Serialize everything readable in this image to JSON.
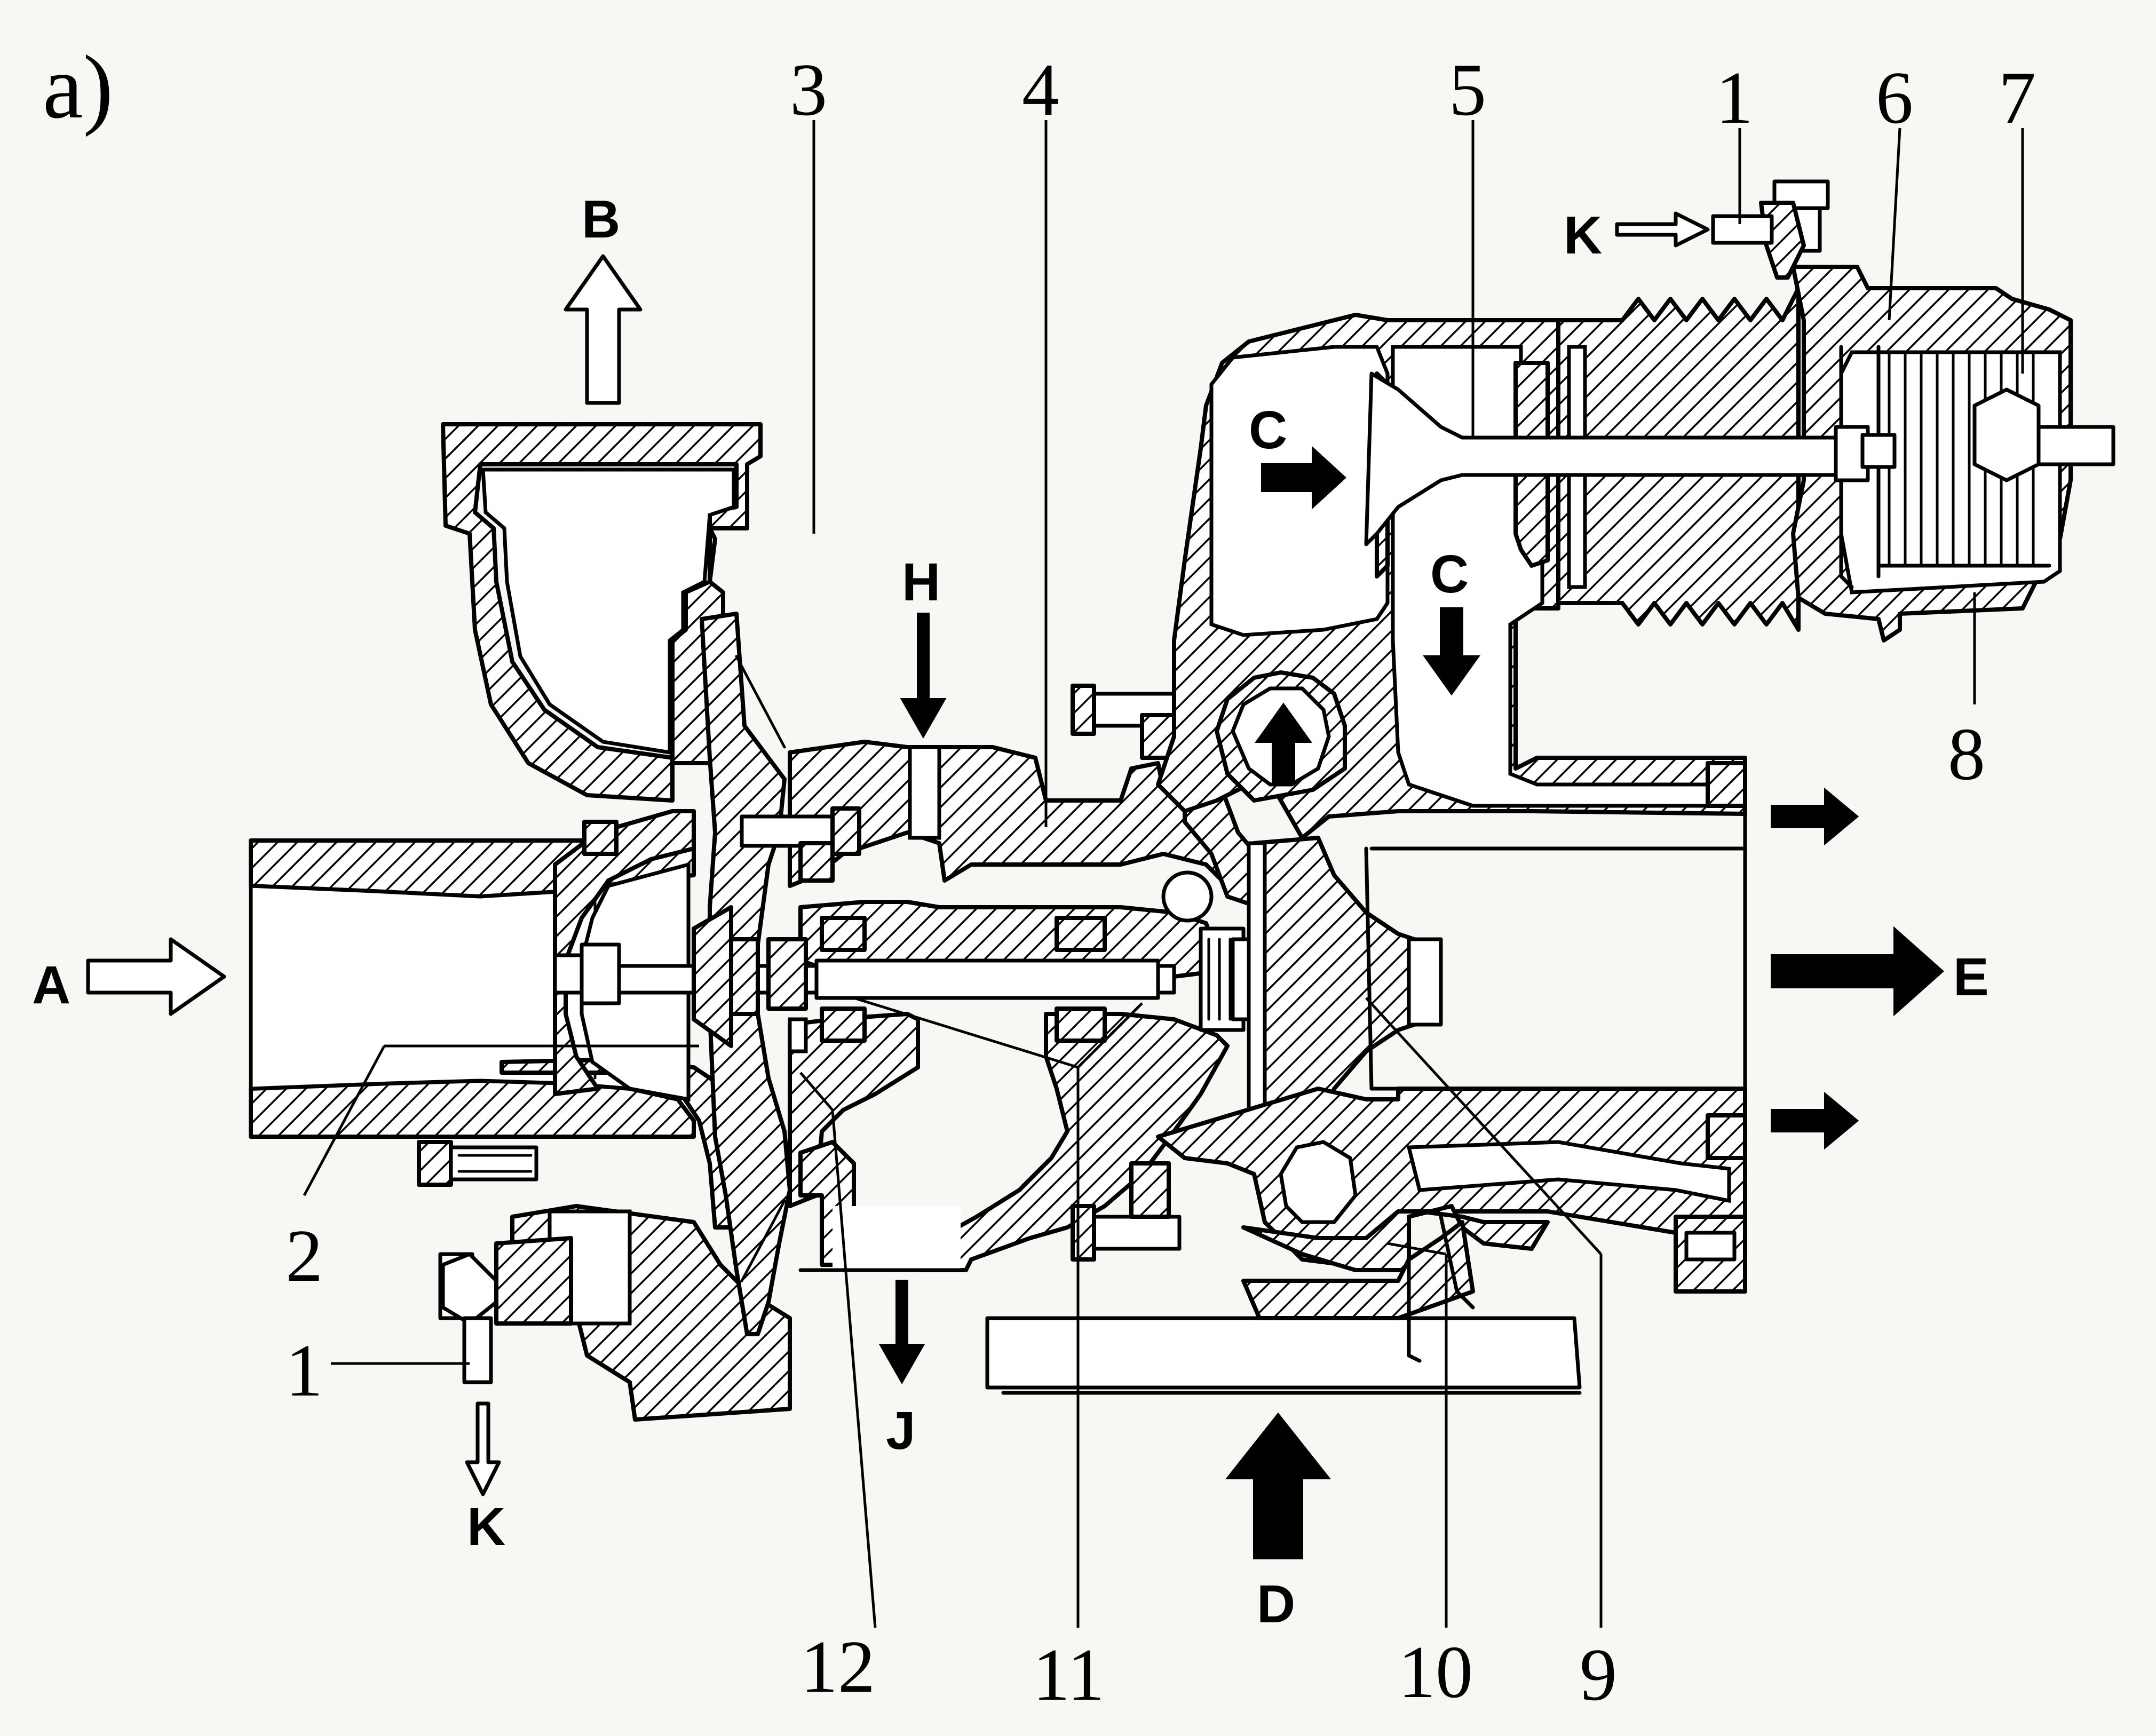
{
  "figure": {
    "panel_label": "a)"
  },
  "part_numbers": {
    "n1_top": "1",
    "n1_bottom": "1",
    "n2": "2",
    "n3": "3",
    "n4": "4",
    "n5": "5",
    "n6": "6",
    "n7": "7",
    "n8": "8",
    "n9": "9",
    "n10": "10",
    "n11": "11",
    "n12": "12"
  },
  "flow_letters": {
    "A": "A",
    "B": "B",
    "C_top": "C",
    "C_mid": "C",
    "D": "D",
    "E": "E",
    "H": "H",
    "J": "J",
    "K_top": "K",
    "K_bottom": "K"
  },
  "style": {
    "ink": "#000000",
    "paper": "#f7f7f4"
  }
}
